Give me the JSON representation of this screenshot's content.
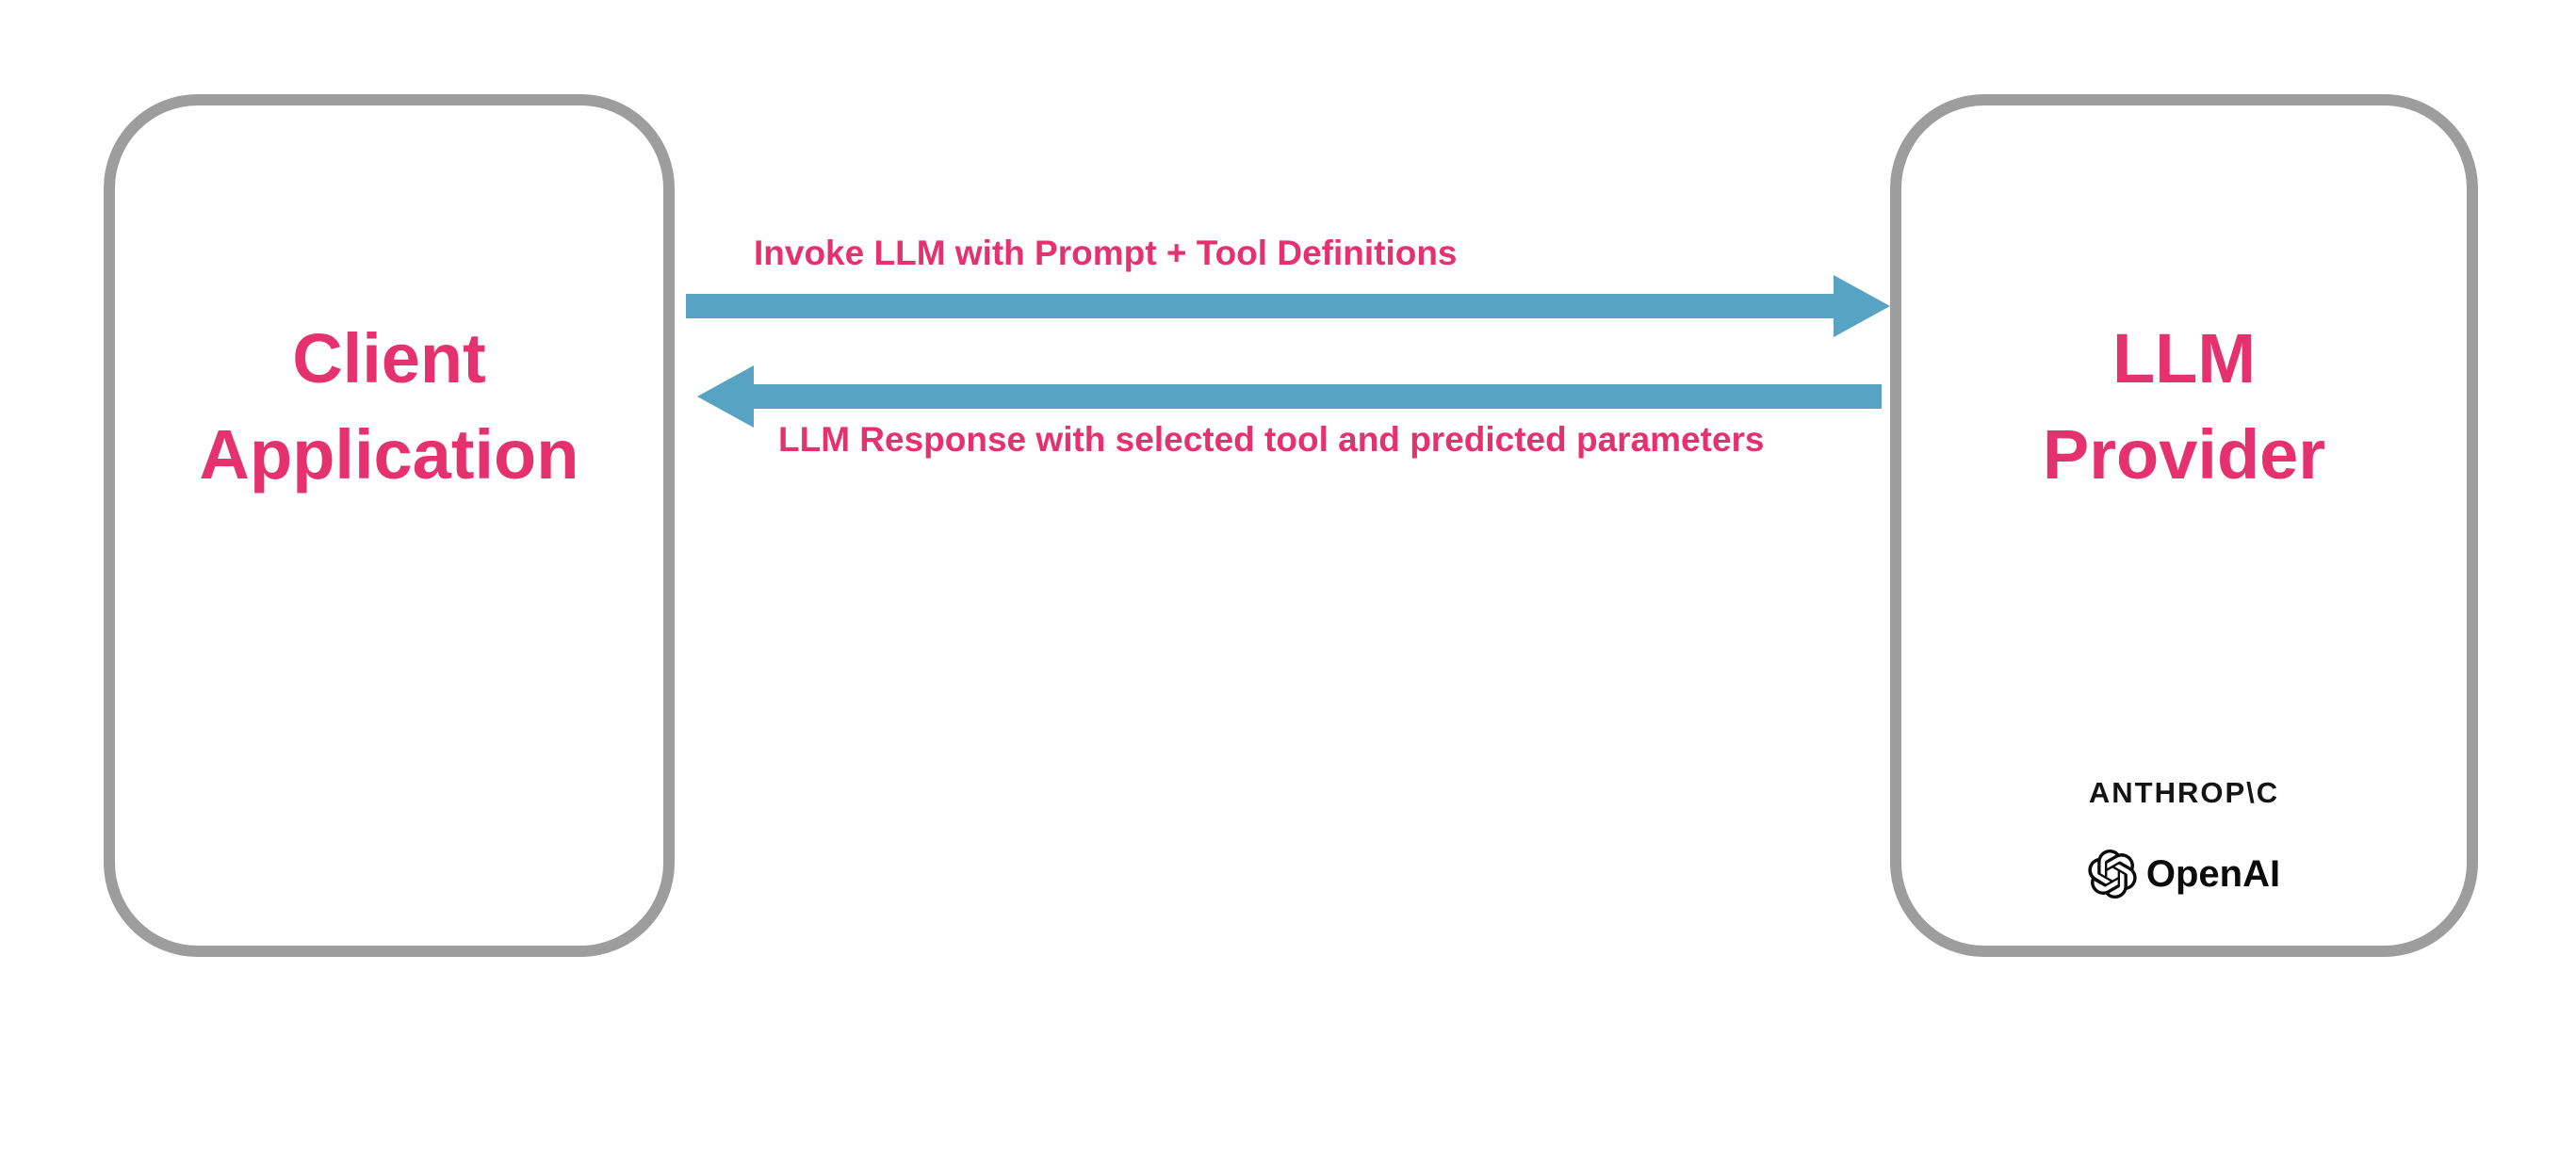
{
  "diagram": {
    "client_box": {
      "label": "Client Application",
      "label_lines": [
        "Client",
        "Application"
      ]
    },
    "provider_box": {
      "label": "LLM Provider",
      "label_lines": [
        "LLM",
        "Provider"
      ],
      "vendors": {
        "anthropic_wordmark": "ANTHROP\\C",
        "openai_wordmark": "OpenAI"
      }
    },
    "arrows": {
      "request": {
        "label": "Invoke LLM with Prompt + Tool Definitions",
        "direction": "right"
      },
      "response": {
        "label": "LLM Response with selected tool and predicted parameters",
        "direction": "left"
      }
    }
  },
  "colors": {
    "accent_pink": "#E5326E",
    "arrow_blue": "#58A3C4",
    "box_border_gray": "#9D9D9D",
    "vendor_text_black": "#141414",
    "background": "#FFFFFF"
  }
}
